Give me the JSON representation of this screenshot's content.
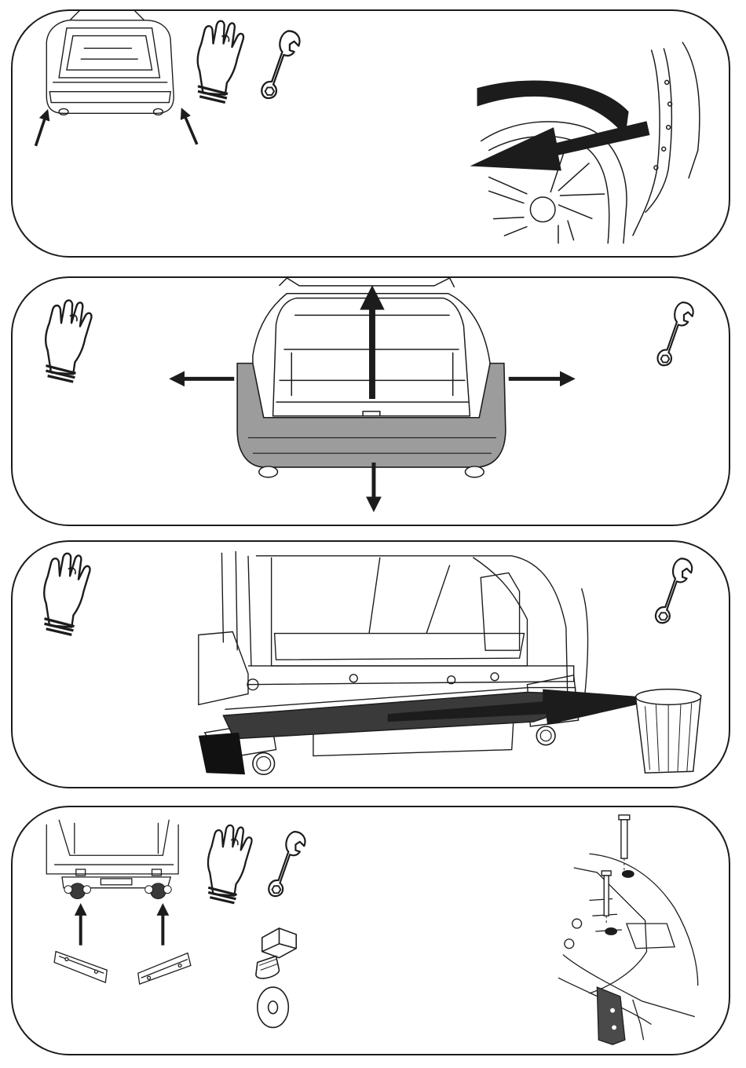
{
  "steps": [
    {
      "id": 1,
      "tools": [
        "glove-icon",
        "wrench-icon"
      ],
      "scene": "remove-rear-wheel-arch-liner-screws"
    },
    {
      "id": 2,
      "tools": [
        "glove-icon",
        "wrench-icon"
      ],
      "scene": "remove-rear-bumper-cover"
    },
    {
      "id": 3,
      "tools": [
        "glove-icon",
        "wrench-icon"
      ],
      "scene": "remove-bumper-beam-discard"
    },
    {
      "id": 4,
      "tools": [
        "glove-icon",
        "wrench-icon",
        "bolt-icon",
        "washer-icon"
      ],
      "scene": "install-side-brackets"
    }
  ],
  "colors": {
    "line": "#1c1c1c",
    "bumper_fill": "#9c9c9c",
    "beam_fill": "#3a3a3a",
    "bracket_fill": "#4a4a4a",
    "background": "#ffffff"
  }
}
